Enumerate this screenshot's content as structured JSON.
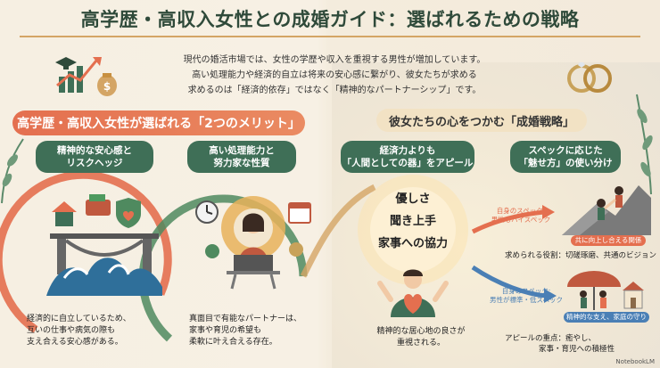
{
  "title": "高学歴・高収入女性との成婚ガイド：選ばれるための戦略",
  "intro": [
    "現代の婚活市場では、女性の学歴や収入を重視する男性が増加しています。",
    "高い処理能力や経済的自立は将来の安心感に繋がり、彼女たちが求める",
    "求めるのは「経済的依存」ではなく「精神的なパートナーシップ」です。"
  ],
  "left_banner": "高学歴・高収入女性が選ばれる「2つのメリット」",
  "right_banner": "彼女たちの心をつかむ「成婚戦略」",
  "merits": [
    {
      "heading_lines": [
        "精神的な安心感と",
        "リスクヘッジ"
      ],
      "caption_lines": [
        "経済的に自立しているため、",
        "互いの仕事や病気の際も",
        "支え合える安心感がある。"
      ]
    },
    {
      "heading_lines": [
        "高い処理能力と",
        "努力家な性質"
      ],
      "caption_lines": [
        "真面目で有能なパートナーは、",
        "家事や育児の希望も",
        "柔軟に叶え合える存在。"
      ]
    }
  ],
  "strategies": [
    {
      "heading_lines": [
        "経済力よりも",
        "「人間としての器」をアピール"
      ],
      "words": [
        "優しさ",
        "聞き上手",
        "家事への協力"
      ],
      "caption_lines": [
        "精神的な居心地の良さが",
        "重視される。"
      ]
    },
    {
      "heading_lines": [
        "スペックに応じた",
        "「魅せ方」の使い分け"
      ],
      "case_a": {
        "label_lines": [
          "自身のスペック:",
          "男性もハイスペック"
        ],
        "tag": "共に向上し合える関係",
        "role": "求められる役割：切磋琢磨、共通のビジョン"
      },
      "case_b": {
        "label_lines": [
          "自身のスペック:",
          "男性が標準・低スペック"
        ],
        "tag_lines": [
          "精神的な支え、家庭の守り"
        ],
        "role_lines": [
          "アピールの重点：癒やし、",
          "家事・育児への積極性"
        ]
      }
    }
  ],
  "watermark": "NotebookLM",
  "colors": {
    "accent_coral": "#e46f4f",
    "accent_green": "#3f6f57",
    "accent_gold": "#d4a565",
    "wave_blue": "#2f6f9a"
  }
}
